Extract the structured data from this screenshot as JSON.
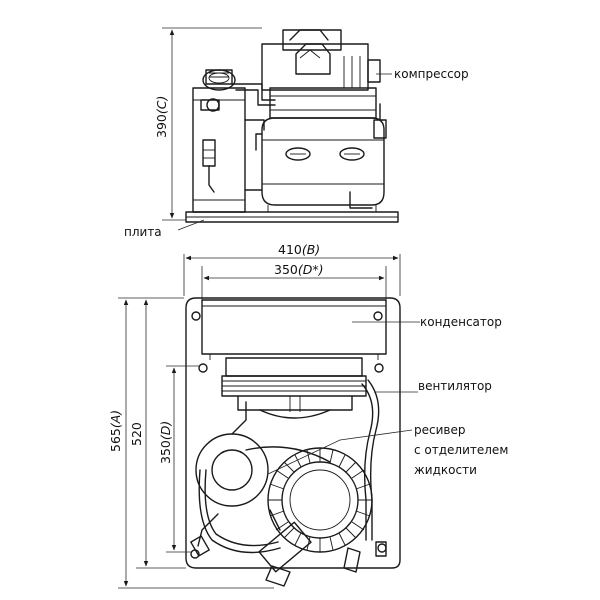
{
  "labels": {
    "compressor": "компрессор",
    "plate": "плита",
    "condenser": "конденсатор",
    "fan": "вентилятор",
    "receiver_line1": "ресивер",
    "receiver_line2": "с отделителем",
    "receiver_line3": "жидкости"
  },
  "dimensions": {
    "height_c": {
      "value": "390",
      "tag": "(C)"
    },
    "width_b": {
      "value": "410",
      "tag": "(B)"
    },
    "width_d": {
      "value": "350",
      "tag": "(D*)"
    },
    "depth_a": {
      "value": "565",
      "tag": "(A)"
    },
    "depth_520": {
      "value": "520"
    },
    "depth_d": {
      "value": "350",
      "tag": "(D)"
    }
  }
}
